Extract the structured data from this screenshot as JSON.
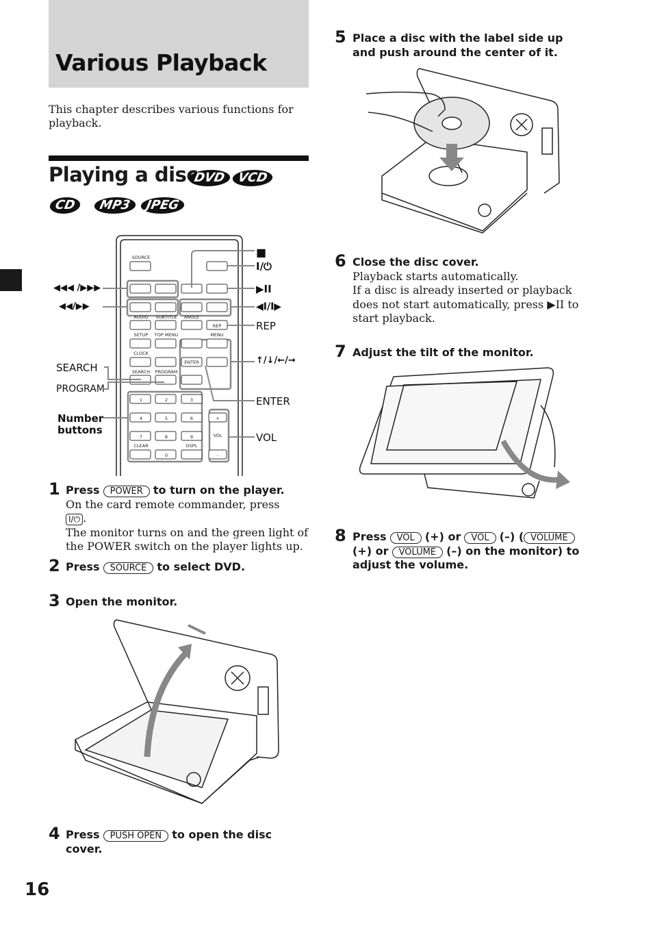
{
  "chapter": {
    "title": "Various Playback",
    "intro": "This chapter describes various functions for playback."
  },
  "section": {
    "title": "Playing a disc",
    "badges": [
      "DVD",
      "VCD",
      "CD",
      "MP3",
      "JPEG"
    ]
  },
  "remote": {
    "buttons": {
      "source": "SOURCE",
      "audio": "AUDIO",
      "subtitle": "SUBTITLE",
      "angle": "ANGLE",
      "rep": "REP",
      "setup": "SETUP",
      "top_menu": "TOP MENU",
      "menu": "MENU",
      "clock": "CLOCK",
      "enter": "ENTER",
      "search": "SEARCH",
      "program": "PROGRAM",
      "vol": "VOL",
      "clear": "CLEAR",
      "dspl": "DSPL",
      "plus": "+",
      "minus": "–",
      "digits": [
        "1",
        "2",
        "3",
        "4",
        "5",
        "6",
        "7",
        "8",
        "9",
        "0"
      ]
    },
    "callouts": {
      "stop": "■",
      "power": "I/⏻",
      "prev_next": "◀◀◀ /▶▶▶",
      "play_pause": "▶II",
      "rew_ff": "◀◀/▶▶",
      "slow": "◀I/I▶",
      "rep": "REP",
      "arrows": "↑/↓/←/→",
      "search": "SEARCH",
      "program": "PROGRAM",
      "enter": "ENTER",
      "number_buttons_1": "Number",
      "number_buttons_2": "buttons",
      "vol": "VOL"
    }
  },
  "steps": [
    {
      "num": "1",
      "pre": "Press",
      "key": "POWER",
      "post": "to turn on the player.",
      "body1": "On the card remote commander, press",
      "key2": "I/⏻",
      "body2": "The monitor turns on and the green light of the POWER switch on the player lights up."
    },
    {
      "num": "2",
      "pre": "Press",
      "key": "SOURCE",
      "post": "to select DVD."
    },
    {
      "num": "3",
      "head": "Open the monitor."
    },
    {
      "num": "4",
      "pre": "Press",
      "key": "PUSH OPEN",
      "post": "to open the disc cover."
    },
    {
      "num": "5",
      "head": "Place a disc with the label side up and push around the center of it."
    },
    {
      "num": "6",
      "head": "Close the disc cover.",
      "body1": "Playback starts automatically.",
      "body2": "If a disc is already inserted or playback does not start automatically, press ▶II to start playback."
    },
    {
      "num": "7",
      "head": "Adjust the tilt of the monitor."
    },
    {
      "num": "8",
      "pre": "Press",
      "key": "VOL",
      "mid1": "(+) or",
      "key2": "VOL",
      "mid2": "(–) (",
      "key3": "VOLUME",
      "mid3": "(+) or",
      "key4": "VOLUME",
      "post": "(–) on the monitor) to adjust the volume."
    }
  ],
  "page_number": "16"
}
